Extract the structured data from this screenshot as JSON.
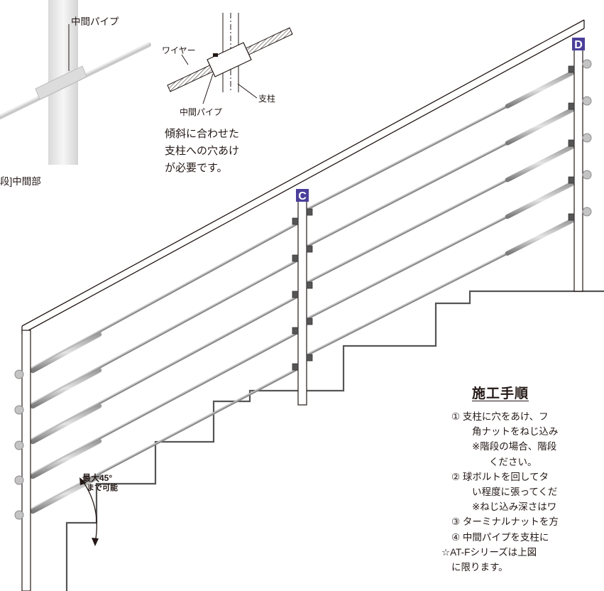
{
  "photo": {
    "pipe_label": "中間パイプ",
    "caption": "段]中間部"
  },
  "detail": {
    "wire_label": "ワイヤー",
    "post_label": "支柱",
    "pipe_label": "中間パイプ",
    "note_lines": [
      "傾斜に合わせた",
      "支柱への穴あけ",
      "が必要です。"
    ]
  },
  "post_markers": {
    "c": "C",
    "d": "D"
  },
  "angle": {
    "line1": "最大45°",
    "line2": "まで可能"
  },
  "procedure": {
    "title": "施工手順",
    "lines": [
      "① 支柱に穴をあけ、フ",
      "角ナットをねじ込み",
      "※階段の場合、階段",
      "ください。",
      "② 球ボルトを回してタ",
      "い程度に張ってくだ",
      "※ねじ込み深さはワ",
      "③ ターミナルナットを方",
      "④ 中間パイプを支柱に",
      "☆AT-Fシリーズは上図",
      "に限ります。"
    ]
  },
  "colors": {
    "marker_bg": "#4b3f9a",
    "line": "#231815",
    "stair": "#555555"
  }
}
